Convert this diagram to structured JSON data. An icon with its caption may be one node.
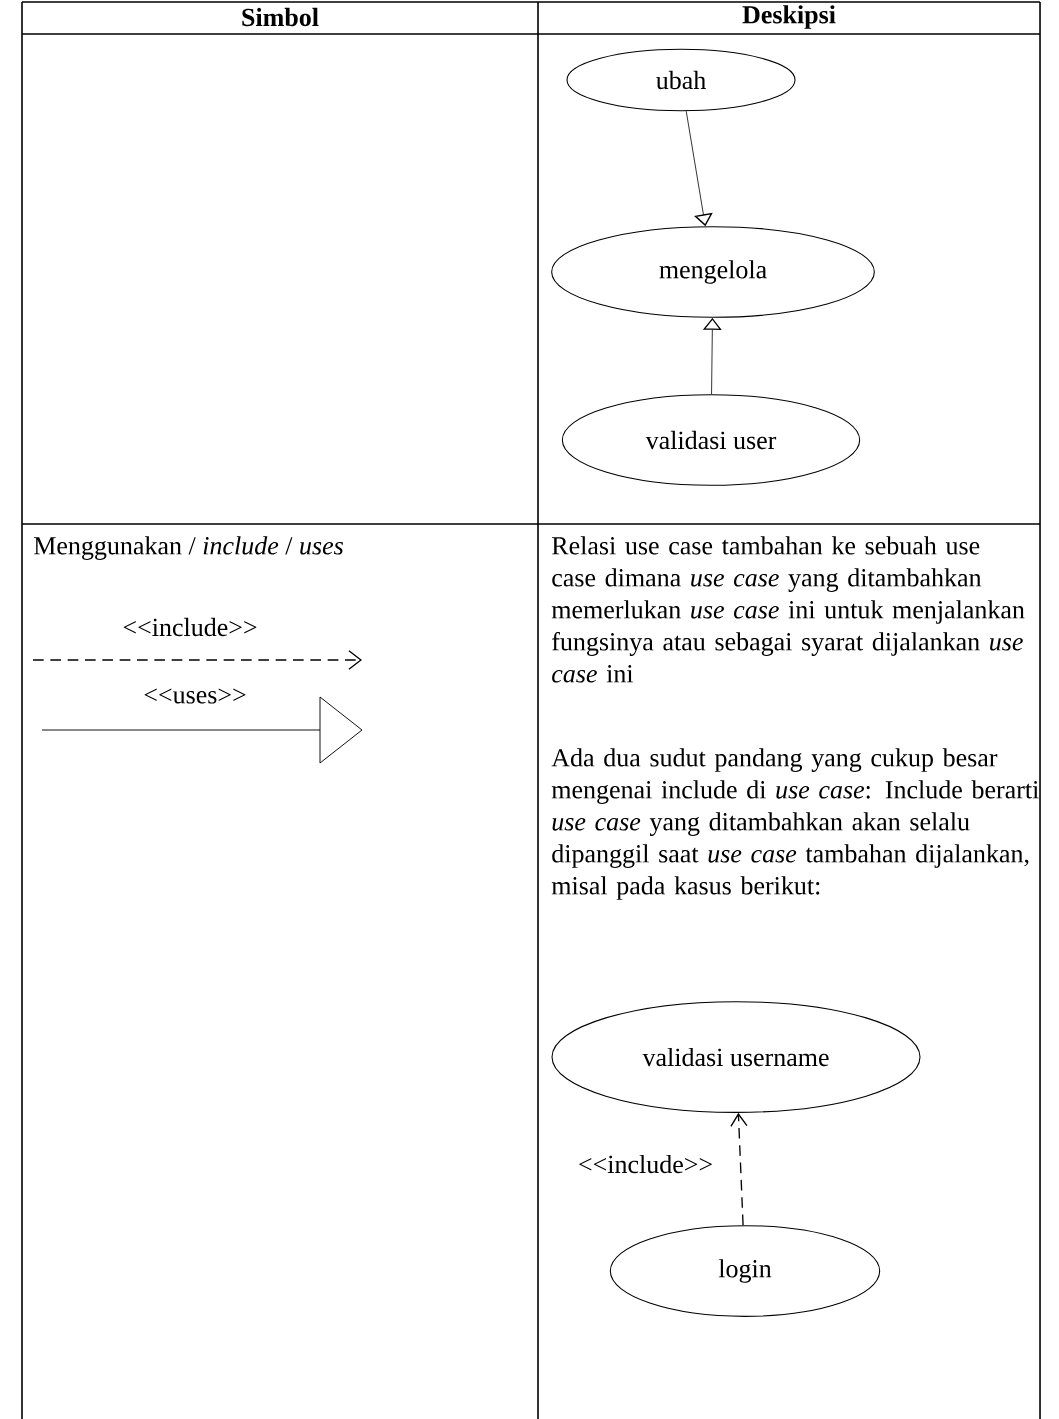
{
  "diagram": {
    "nodes": [
      {
        "text": [
          "ubah"
        ]
      },
      {
        "text": [
          "mengelola"
        ]
      },
      {
        "text": [
          "validasi user"
        ]
      },
      {
        "text": [
          "validasi username"
        ]
      },
      {
        "text": [
          "login"
        ]
      }
    ],
    "edges": [
      {
        "from": 0,
        "to": 1,
        "arrow": "to"
      },
      {
        "from": 2,
        "to": 1,
        "arrow": "to"
      },
      {
        "from": 4,
        "to": 3,
        "arrow": "to",
        "style": "dashed",
        "label": "<<include>>"
      }
    ],
    "labels": [
      "Simbol",
      "Deskipsi",
      "Menggunakan / *include* / *uses*",
      "<<include>>",
      "<<uses>>",
      "Relasi use case tambahan ke sebuah use case dimana *use case* yang ditambahkan memerlukan *use case* ini untuk menjalankan fungsinya atau sebagai syarat dijalankan *use case* ini",
      "Ada dua sudut pandang yang cukup besar mengenai include di *use case*: Include berarti *use case* yang ditambahkan akan selalu dipanggil saat *use case* tambahan dijalankan, misal pada kasus berikut:"
    ]
  }
}
